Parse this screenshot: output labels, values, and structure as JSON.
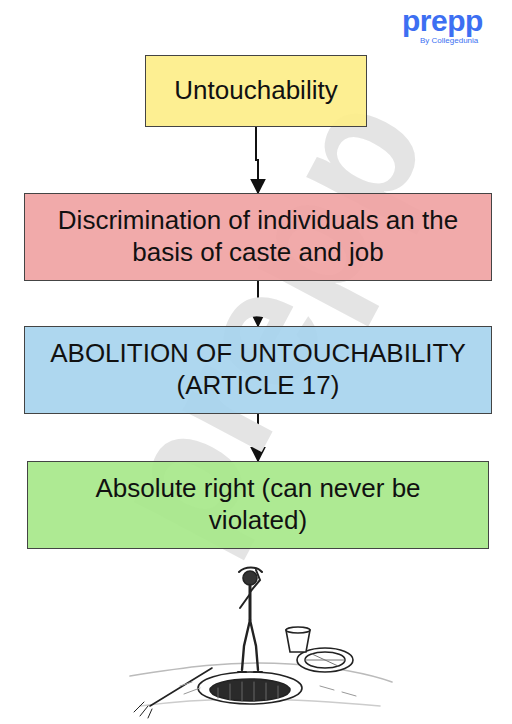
{
  "diagram": {
    "nodes": [
      {
        "text": [
          "Untouchability"
        ]
      },
      {
        "text": [
          "Discrimination of individuals an the basis of caste and job"
        ]
      },
      {
        "text": [
          "ABOLITION OF UNTOUCHABILITY (ARTICLE 17)"
        ]
      },
      {
        "text": [
          "Absolute right (can never be violated)"
        ]
      }
    ],
    "edges": [
      {
        "from": 0,
        "to": 1,
        "arrow": "to"
      },
      {
        "from": 1,
        "to": 2,
        "arrow": "to"
      },
      {
        "from": 2,
        "to": 3,
        "arrow": "to"
      }
    ],
    "labels": [
      "prepp",
      "By Collegedunia",
      "prepp"
    ]
  }
}
